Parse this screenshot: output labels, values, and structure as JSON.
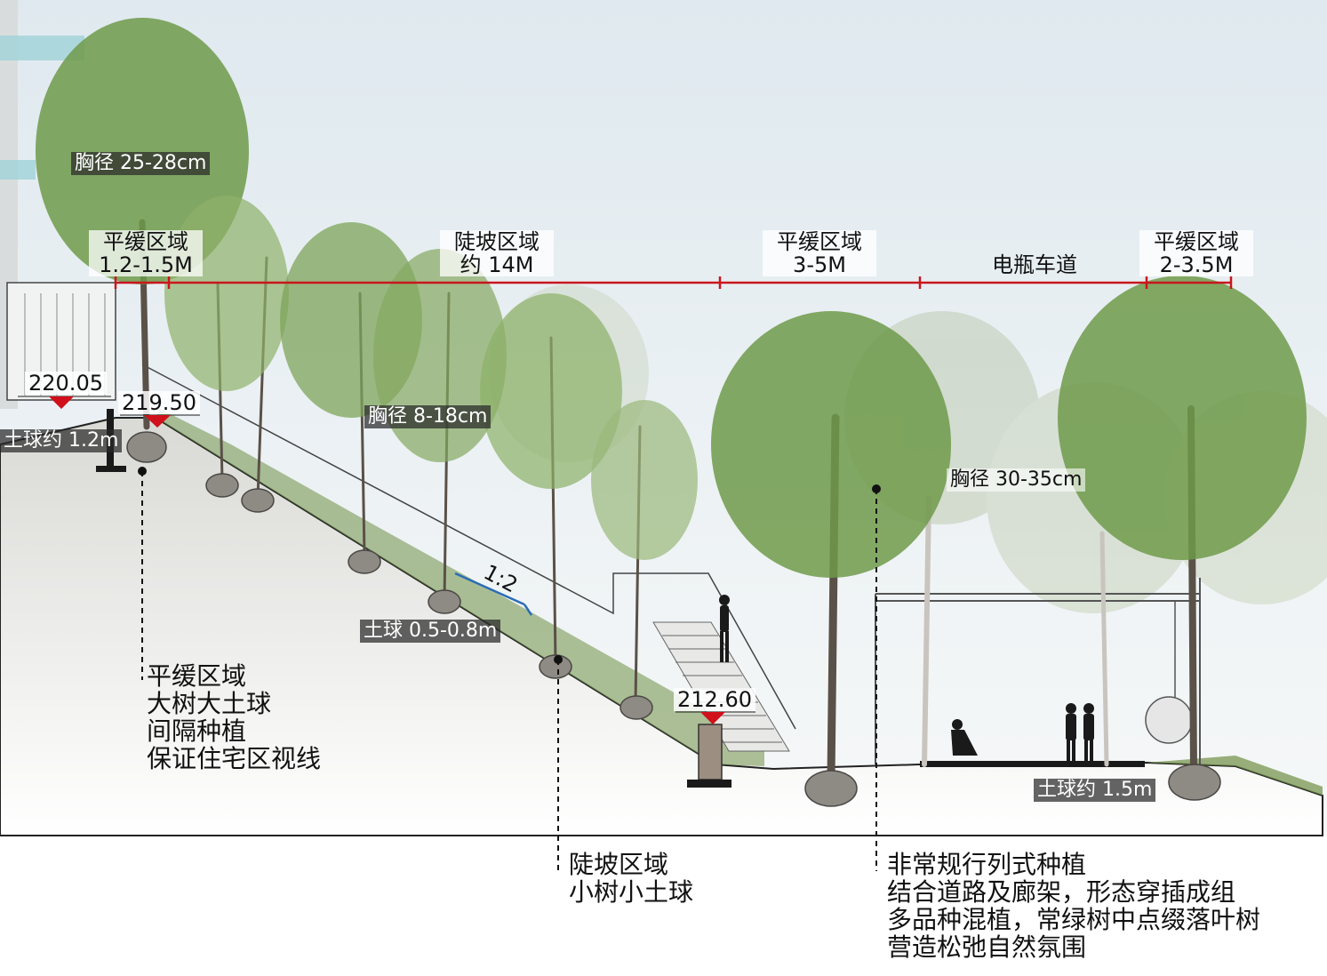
{
  "zones": [
    {
      "name": "平缓区域",
      "size": "1.2-1.5M"
    },
    {
      "name": "陡坡区域",
      "size": "约 14M"
    },
    {
      "name": "平缓区域",
      "size": "3-5M"
    },
    {
      "name": "电瓶车道",
      "size": ""
    },
    {
      "name": "平缓区域",
      "size": "2-3.5M"
    }
  ],
  "elevations": [
    "220.05",
    "219.50",
    "212.60"
  ],
  "slope_ratio": "1:2",
  "trunk_labels": {
    "left": "胸径 25-28cm",
    "middle": "胸径 8-18cm",
    "right": "胸径 30-35cm"
  },
  "soil_labels": {
    "left": "土球约 1.2m",
    "middle": "土球 0.5-0.8m",
    "right": "土球约 1.5m"
  },
  "notes": {
    "left": [
      "平缓区域",
      "大树大土球",
      "间隔种植",
      "保证住宅区视线"
    ],
    "middle": [
      "陡坡区域",
      "小树小土球"
    ],
    "right": [
      "非常规行列式种植",
      "结合道路及廊架，形态穿插成组",
      "多品种混植，常绿树中点缀落叶树",
      "营造松弛自然氛围"
    ]
  },
  "colors": {
    "dimension_line": "#c8161d",
    "elevation_marker": "#d0101a",
    "slope_arrow": "#2a6db5",
    "ground": "#e4e4e0",
    "tree_canopy": "#6f9a4a"
  }
}
